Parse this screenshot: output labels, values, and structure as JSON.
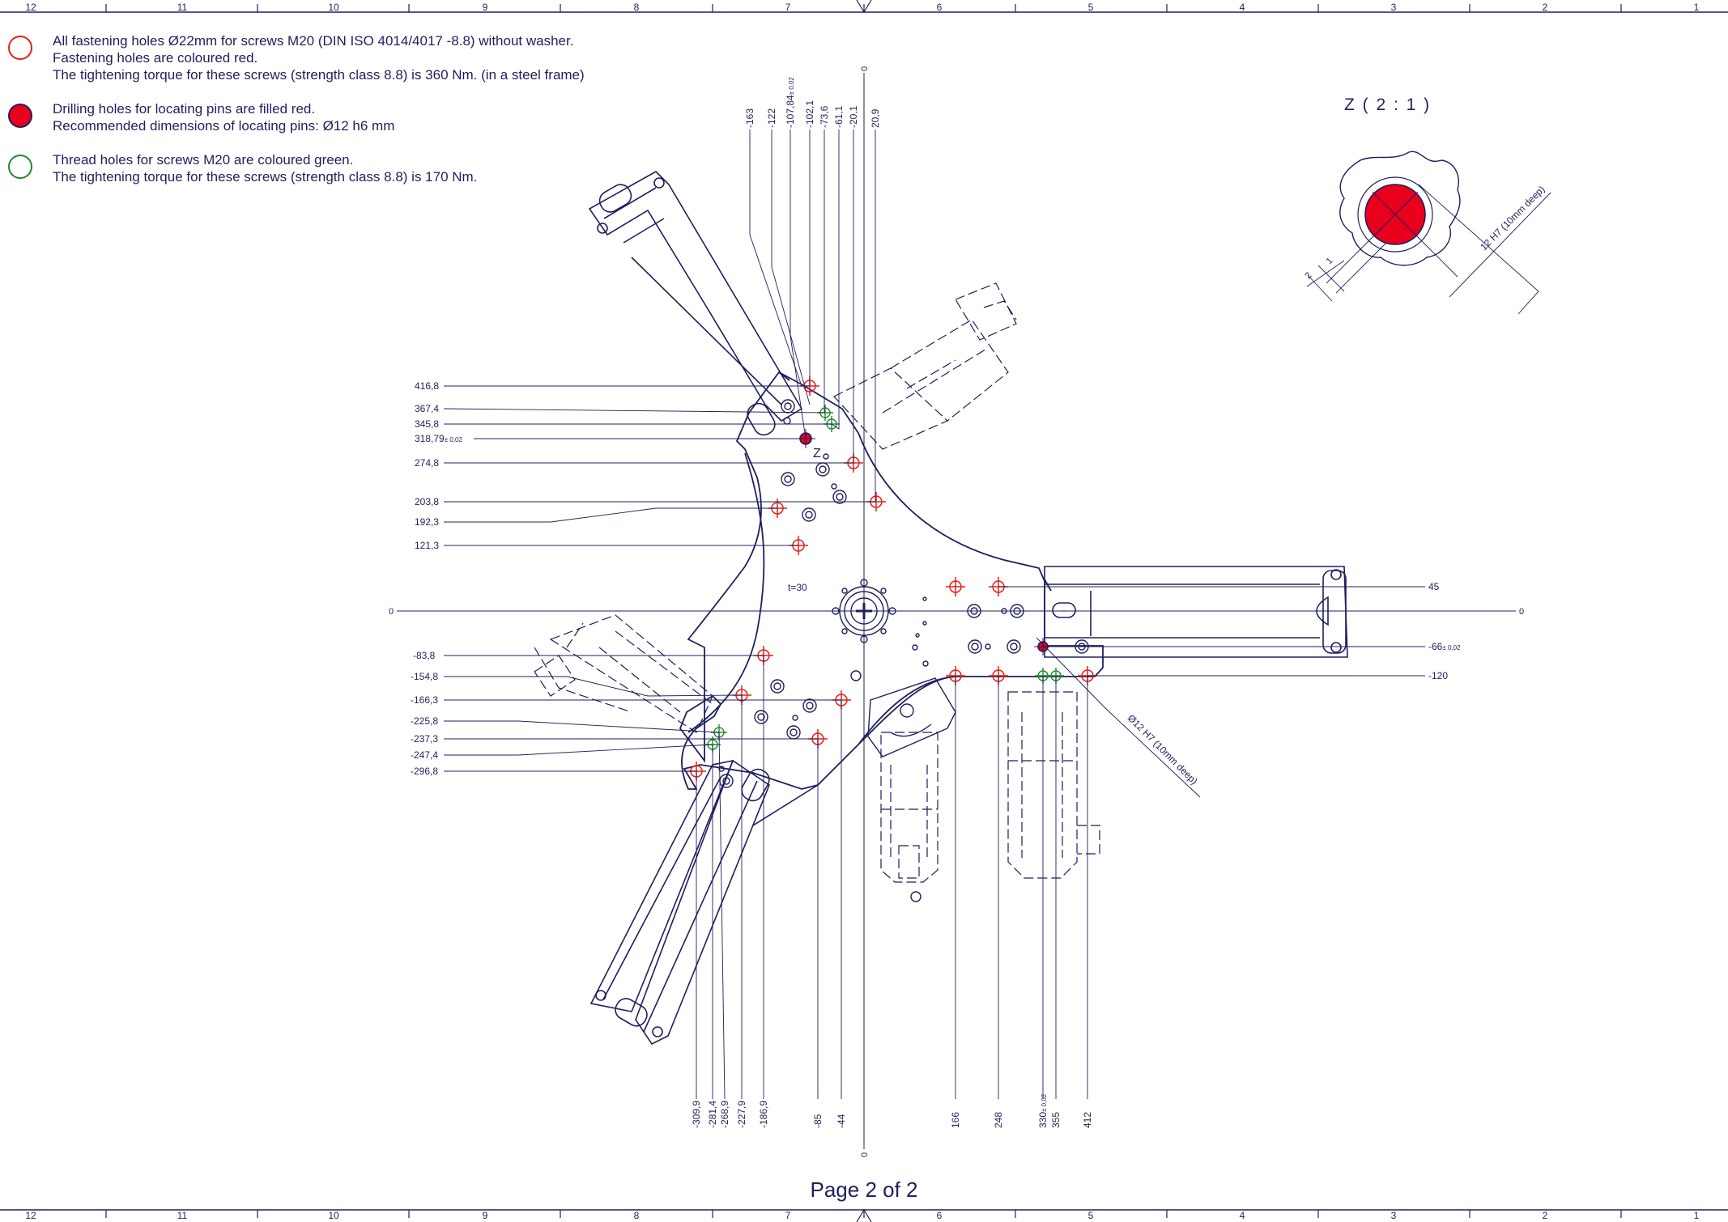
{
  "legend": [
    {
      "symbol": "open-red-circle",
      "lines": [
        "All fastening holes Ø22mm for screws M20 (DIN ISO 4014/4017 -8.8) without washer.",
        "Fastening holes are coloured red.",
        "The tightening torque for these screws (strength class 8.8) is 360 Nm. (in a steel frame)"
      ]
    },
    {
      "symbol": "filled-red-circle",
      "lines": [
        "Drilling holes for locating pins are filled red.",
        "Recommended dimensions of locating pins: Ø12 h6 mm"
      ]
    },
    {
      "symbol": "open-green-circle",
      "lines": [
        "Thread holes for screws M20 are coloured green.",
        "The tightening torque for these screws (strength class 8.8) is 170 Nm."
      ]
    }
  ],
  "frame": {
    "zones": [
      "12",
      "11",
      "10",
      "9",
      "8",
      "7",
      "6",
      "5",
      "4",
      "3",
      "2",
      "1"
    ]
  },
  "detail": {
    "title": "Z ( 2 : 1 )",
    "pin_callout": "12 H7 (10mm deep)",
    "dim_small_1": "1",
    "dim_small_2": "2"
  },
  "drawing": {
    "thickness": "t=30",
    "detail_marker": "Z",
    "pin_callout": "Ø12 H7 (10mm deep)",
    "origin": "0",
    "top_dims": [
      "-163",
      "-122",
      "-107,84",
      "-102,1",
      "-73,6",
      "-61,1",
      "-20,1",
      "20,9"
    ],
    "top_tolerance": "± 0,02",
    "left_dims_upper": [
      "416,8",
      "367,4",
      "345,8",
      "318,79",
      "274,8",
      "203,8",
      "192,3",
      "121,3"
    ],
    "left_tolerance": "± 0,02",
    "left_dims_lower": [
      "-83,8",
      "-154,8",
      "-166,3",
      "-225,8",
      "-237,3",
      "-247,4",
      "-296,8"
    ],
    "right_dims": [
      "45",
      "-66",
      "-120"
    ],
    "right_tolerance": "± 0,02",
    "bottom_dims": [
      "-309,9",
      "-281,4",
      "-268,9",
      "-227,9",
      "-186,9",
      "-85",
      "-44",
      "166",
      "248",
      "330",
      "355",
      "412"
    ],
    "bottom_tolerance": "± 0,02"
  },
  "colors": {
    "ink": "#1f1f5e",
    "fastening_hole": "#e32119",
    "locating_pin": "#e8001c",
    "thread_hole": "#1f8a2f"
  },
  "footer": {
    "page": "Page 2 of 2"
  }
}
